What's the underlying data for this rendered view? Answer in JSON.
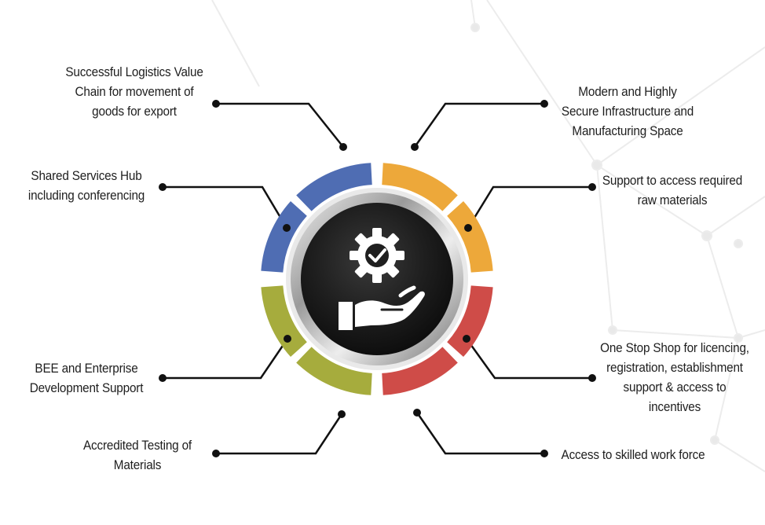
{
  "colors": {
    "blue": "#4f6db3",
    "orange": "#eda83a",
    "red": "#cf4c48",
    "olive": "#a6ac3d",
    "connector": "#111111",
    "center_dark": "#1b1b1b",
    "icon": "#ffffff"
  },
  "center": {
    "icon": "gear-checkmark-hand-icon"
  },
  "items": [
    {
      "id": "logistics",
      "color": "blue",
      "lines": [
        "Successful Logistics Value",
        "Chain for movement of",
        "goods for export"
      ]
    },
    {
      "id": "shared-services",
      "color": "blue",
      "lines": [
        "Shared Services Hub",
        "including conferencing"
      ]
    },
    {
      "id": "bee",
      "color": "olive",
      "lines": [
        "BEE and Enterprise",
        "Development Support"
      ]
    },
    {
      "id": "testing",
      "color": "olive",
      "lines": [
        "Accredited Testing of",
        "Materials"
      ]
    },
    {
      "id": "infrastructure",
      "color": "orange",
      "lines": [
        "Modern and Highly",
        "Secure Infrastructure and",
        "Manufacturing Space"
      ]
    },
    {
      "id": "raw-materials",
      "color": "orange",
      "lines": [
        "Support to access required",
        "raw materials"
      ]
    },
    {
      "id": "one-stop-shop",
      "color": "red",
      "lines": [
        "One Stop Shop for licencing,",
        "registration, establishment",
        "support & access to",
        "incentives"
      ]
    },
    {
      "id": "skilled-workforce",
      "color": "red",
      "lines": [
        "Access to skilled work force"
      ]
    }
  ]
}
